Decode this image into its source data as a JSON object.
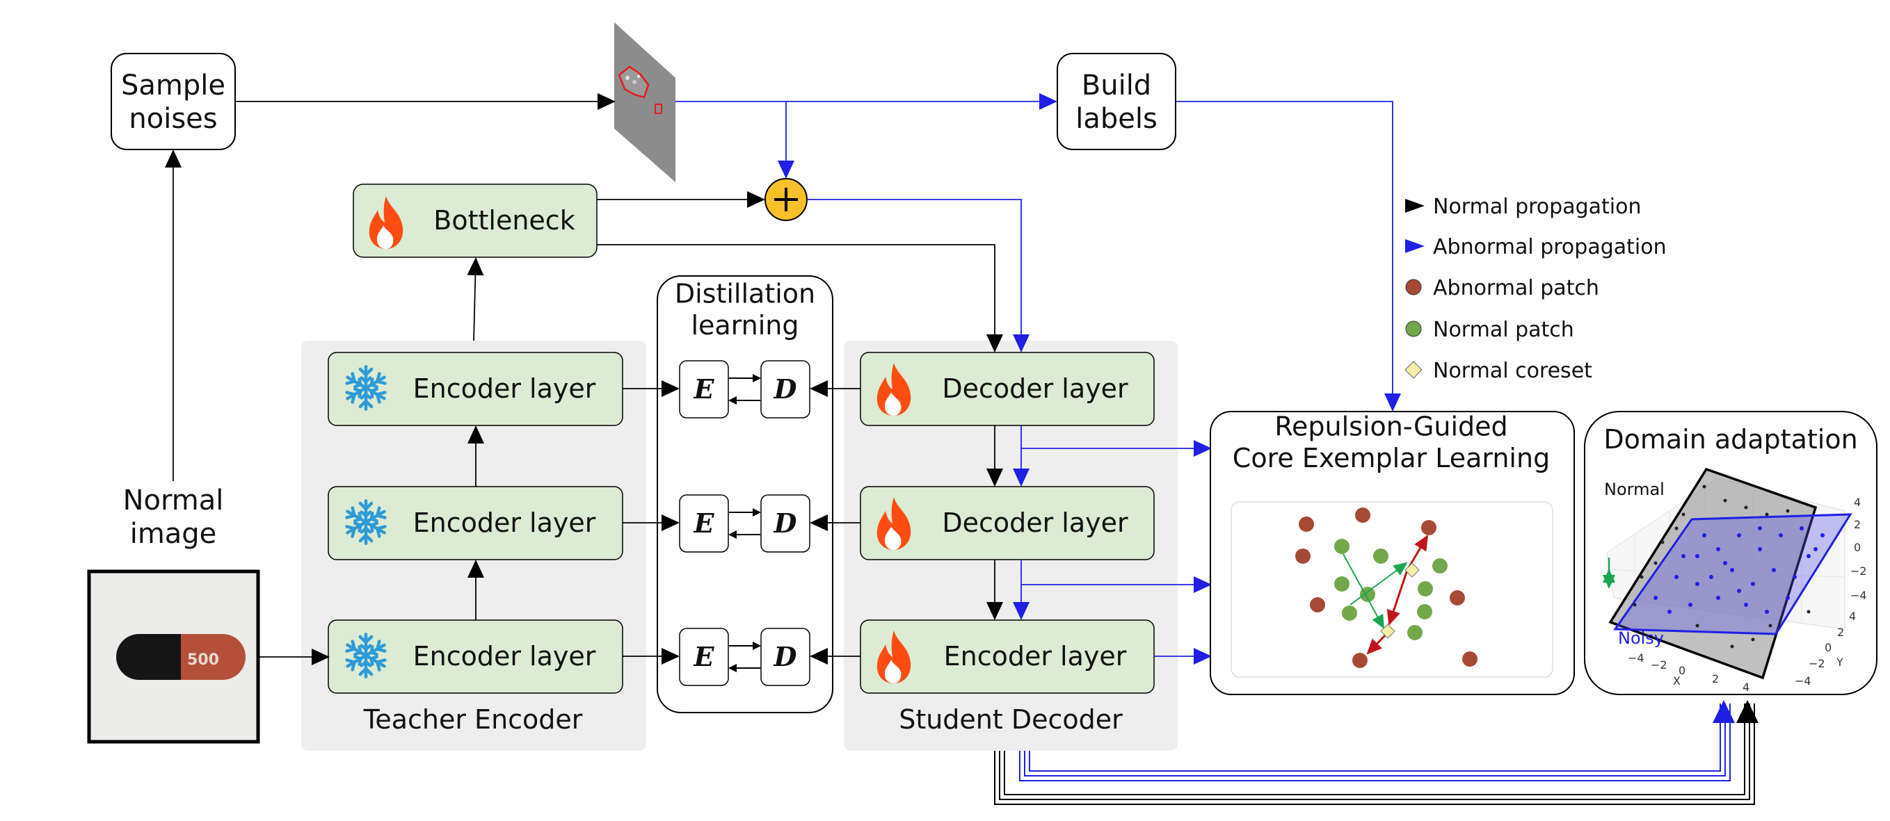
{
  "sample_noises": "Sample\nnoises",
  "build_labels": "Build\nlabels",
  "bottleneck": "Bottleneck",
  "normal_image": "Normal\nimage",
  "capsule_text": "500",
  "encoder_layer": "Encoder layer",
  "decoder_layer": "Decoder layer",
  "teacher_encoder": "Teacher Encoder",
  "student_decoder": "Student Decoder",
  "distillation": "Distillation\nlearning",
  "e_label": "E",
  "d_label": "D",
  "rgcel_title": "Repulsion-Guided\nCore Exemplar Learning",
  "domain_adaptation": "Domain adaptation",
  "da_normal": "Normal",
  "da_noisy": "Noisy",
  "axis_x": "X",
  "axis_y": "Y",
  "x_ticks": [
    "−4",
    "−2",
    "0",
    "2",
    "4"
  ],
  "y_ticks": [
    "−4",
    "−2",
    "0",
    "2",
    "4"
  ],
  "z_ticks": [
    "4",
    "2",
    "0",
    "−2",
    "−4"
  ],
  "legend": [
    {
      "label": "Normal propagation",
      "marker": "arrow",
      "color": "#000000"
    },
    {
      "label": "Abnormal propagation",
      "marker": "arrow",
      "color": "#1f1fe6"
    },
    {
      "label": "Abnormal patch",
      "marker": "circle",
      "color": "#a64a36"
    },
    {
      "label": "Normal patch",
      "marker": "circle",
      "color": "#73a84a"
    },
    {
      "label": "Normal coreset",
      "marker": "diamond",
      "color": "#f3efa6"
    }
  ],
  "colors": {
    "green_fill": "#dcebd3",
    "panel_gray": "#eeeeee",
    "blue": "#1f1fe6",
    "fire": "#ff4d12",
    "snow": "#2e9ad6",
    "plus": "#f8c12a",
    "red_arrow": "#c1141a",
    "green_arrow": "#1aa651"
  }
}
